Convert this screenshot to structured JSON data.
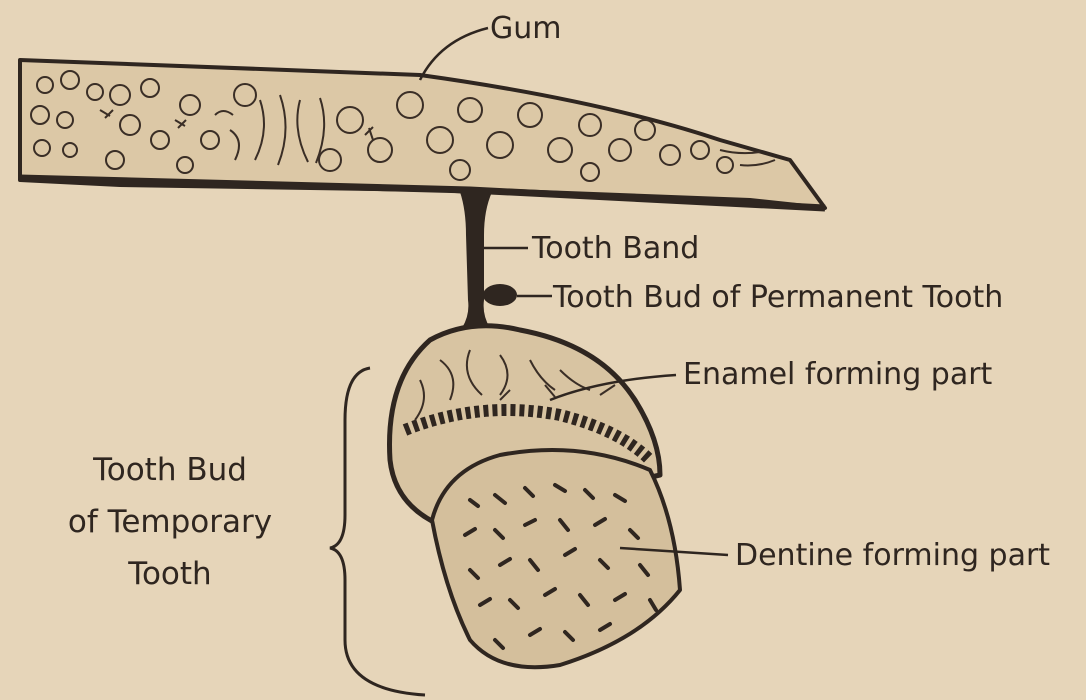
{
  "labels": {
    "gum": "Gum",
    "tooth_band": "Tooth Band",
    "permanent_bud": "Tooth Bud of Permanent Tooth",
    "enamel": "Enamel forming part",
    "dentine": "Dentine forming part",
    "temporary_bud": [
      "Tooth Bud",
      "of Temporary",
      "Tooth"
    ]
  },
  "colors": {
    "paper": "#e6d5b9",
    "ink": "#2f2620"
  }
}
